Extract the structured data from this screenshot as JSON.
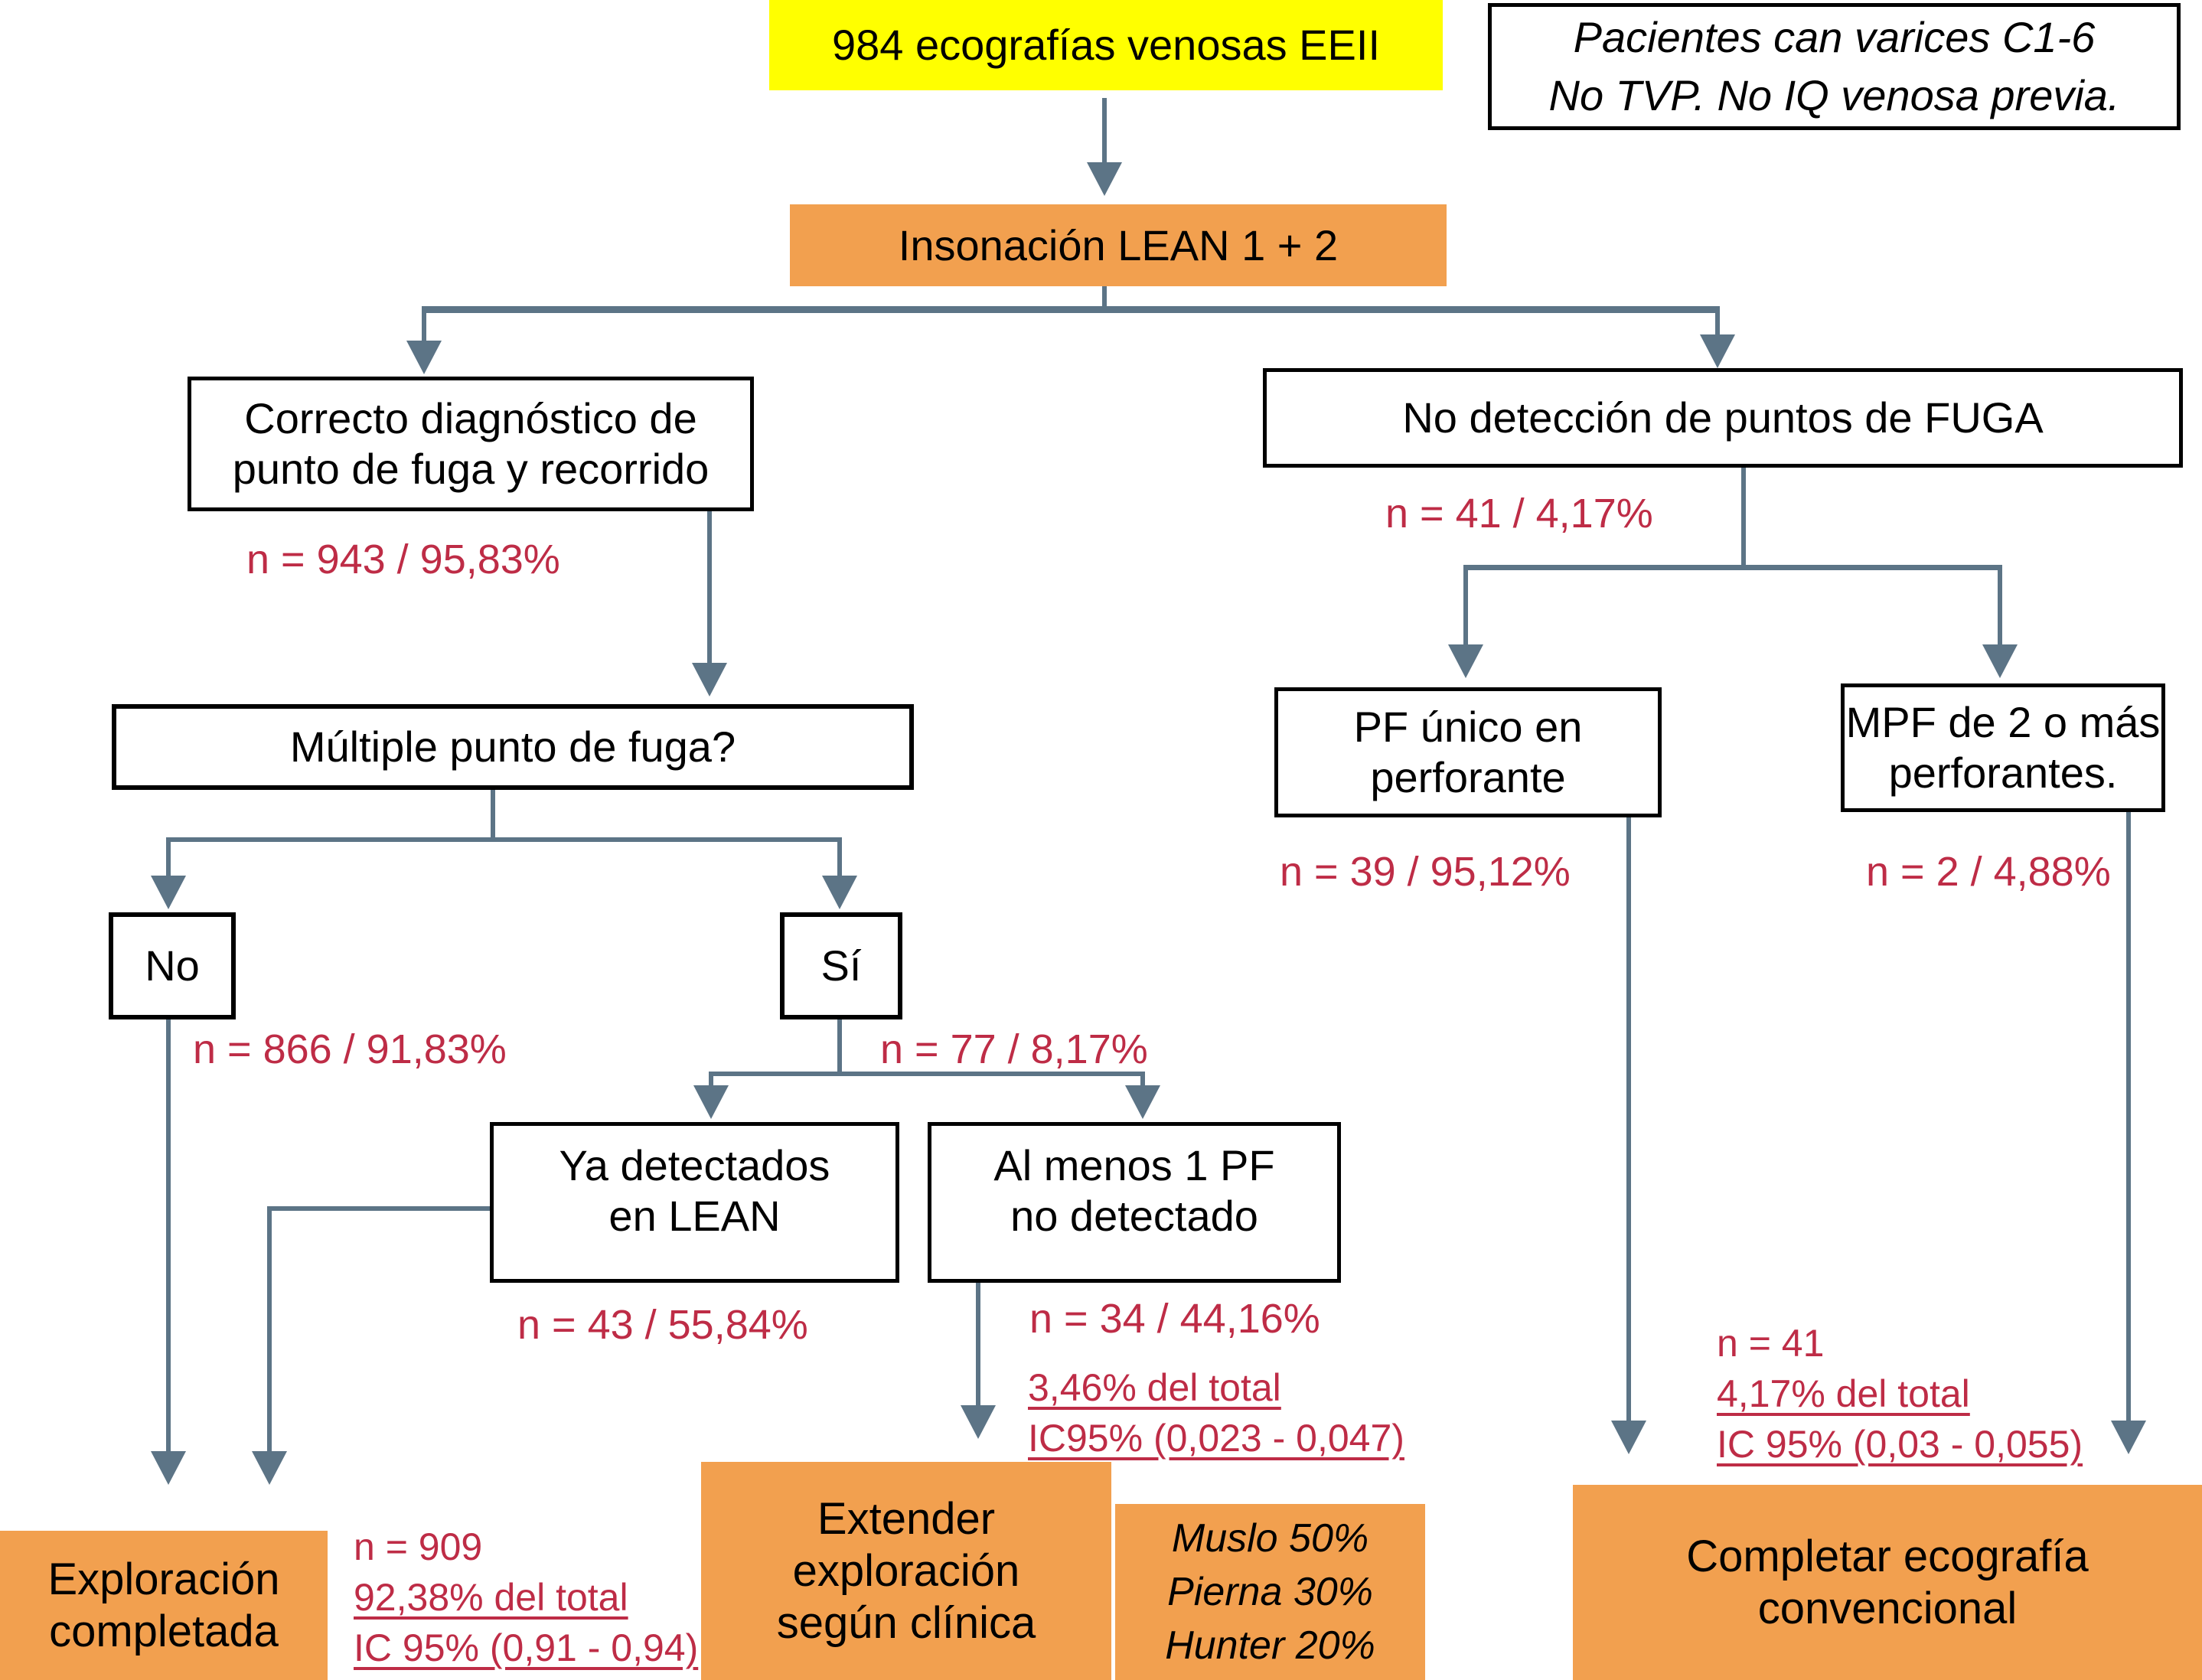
{
  "colors": {
    "yellow": "#FFFF00",
    "orange": "#F2A04F",
    "red": "#BE2C46",
    "line": "#5C7486",
    "border": "#000000"
  },
  "nodes": {
    "root": {
      "label": "984 ecografías venosas EEII"
    },
    "note": {
      "line1": "Pacientes can varices C1-6",
      "line2": "No TVP. No IQ venosa previa."
    },
    "lean": {
      "label": "Insonación LEAN 1 + 2"
    },
    "correcto": {
      "line1": "Correcto diagnóstico de",
      "line2": "punto de fuga y recorrido",
      "stat": "n = 943 / 95,83%"
    },
    "no_deteccion": {
      "label": "No detección de puntos de FUGA",
      "stat": "n = 41 / 4,17%"
    },
    "multiple": {
      "label": "Múltiple punto de fuga?"
    },
    "no": {
      "label": "No",
      "stat": "n = 866 / 91,83%"
    },
    "si": {
      "label": "Sí",
      "stat": "n = 77 / 8,17%"
    },
    "ya_detectados": {
      "line1": "Ya detectados",
      "line2": "en LEAN",
      "stat": "n = 43 / 55,84%"
    },
    "al_menos": {
      "line1": "Al menos 1 PF",
      "line2": "no detectado",
      "stat": "n = 34 / 44,16%",
      "pct_total": "3,46% del total",
      "ci": "IC95% (0,023 - 0,047)"
    },
    "pf_unico": {
      "line1": "PF único en",
      "line2": "perforante",
      "stat": "n = 39 / 95,12%"
    },
    "mpf": {
      "line1": "MPF de 2 o más",
      "line2": "perforantes.",
      "stat": "n = 2 / 4,88%"
    },
    "exploracion": {
      "line1": "Exploración",
      "line2": "completada",
      "n": "n = 909",
      "pct_total": "92,38% del total",
      "ci": "IC 95% (0,91 - 0,94)"
    },
    "extender": {
      "line1": "Extender",
      "line2": "exploración",
      "line3": "según clínica"
    },
    "distribucion": {
      "line1": "Muslo 50%",
      "line2": "Pierna 30%",
      "line3": "Hunter 20%"
    },
    "completar": {
      "line1": "Completar ecografía",
      "line2": "convencional",
      "n": "n = 41",
      "pct_total": "4,17% del total",
      "ci": "IC 95% (0,03 - 0,055)"
    }
  }
}
